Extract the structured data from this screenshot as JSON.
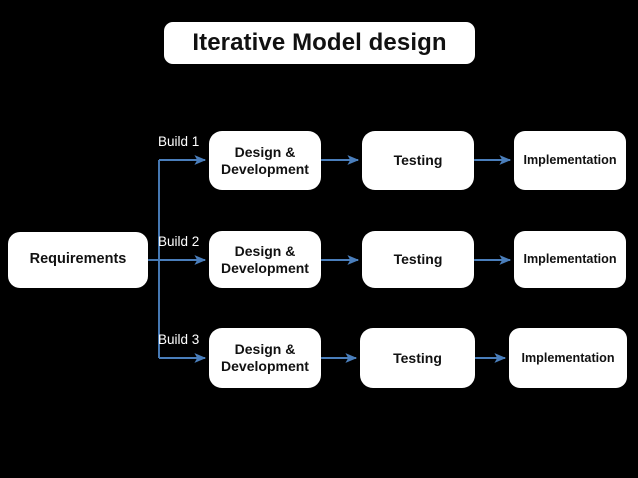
{
  "diagram": {
    "title": "Iterative Model design",
    "background_color": "#000000",
    "box_color": "#ffffff",
    "text_color": "#111111",
    "label_color": "#ffffff",
    "arrow_color": "#4a7ebb",
    "start_node": "Requirements",
    "branch_labels": [
      "Build 1",
      "Build 2",
      "Build 3"
    ],
    "stages": [
      "Design & Development",
      "Testing",
      "Implementation"
    ],
    "rows": [
      {
        "build": "Build 1",
        "design_line1": "Design &",
        "design_line2": "Development",
        "testing": "Testing",
        "implementation": "Implementation"
      },
      {
        "build": "Build 2",
        "design_line1": "Design &",
        "design_line2": "Development",
        "testing": "Testing",
        "implementation": "Implementation"
      },
      {
        "build": "Build 3",
        "design_line1": "Design &",
        "design_line2": "Development",
        "testing": "Testing",
        "implementation": "Implementation"
      }
    ]
  }
}
